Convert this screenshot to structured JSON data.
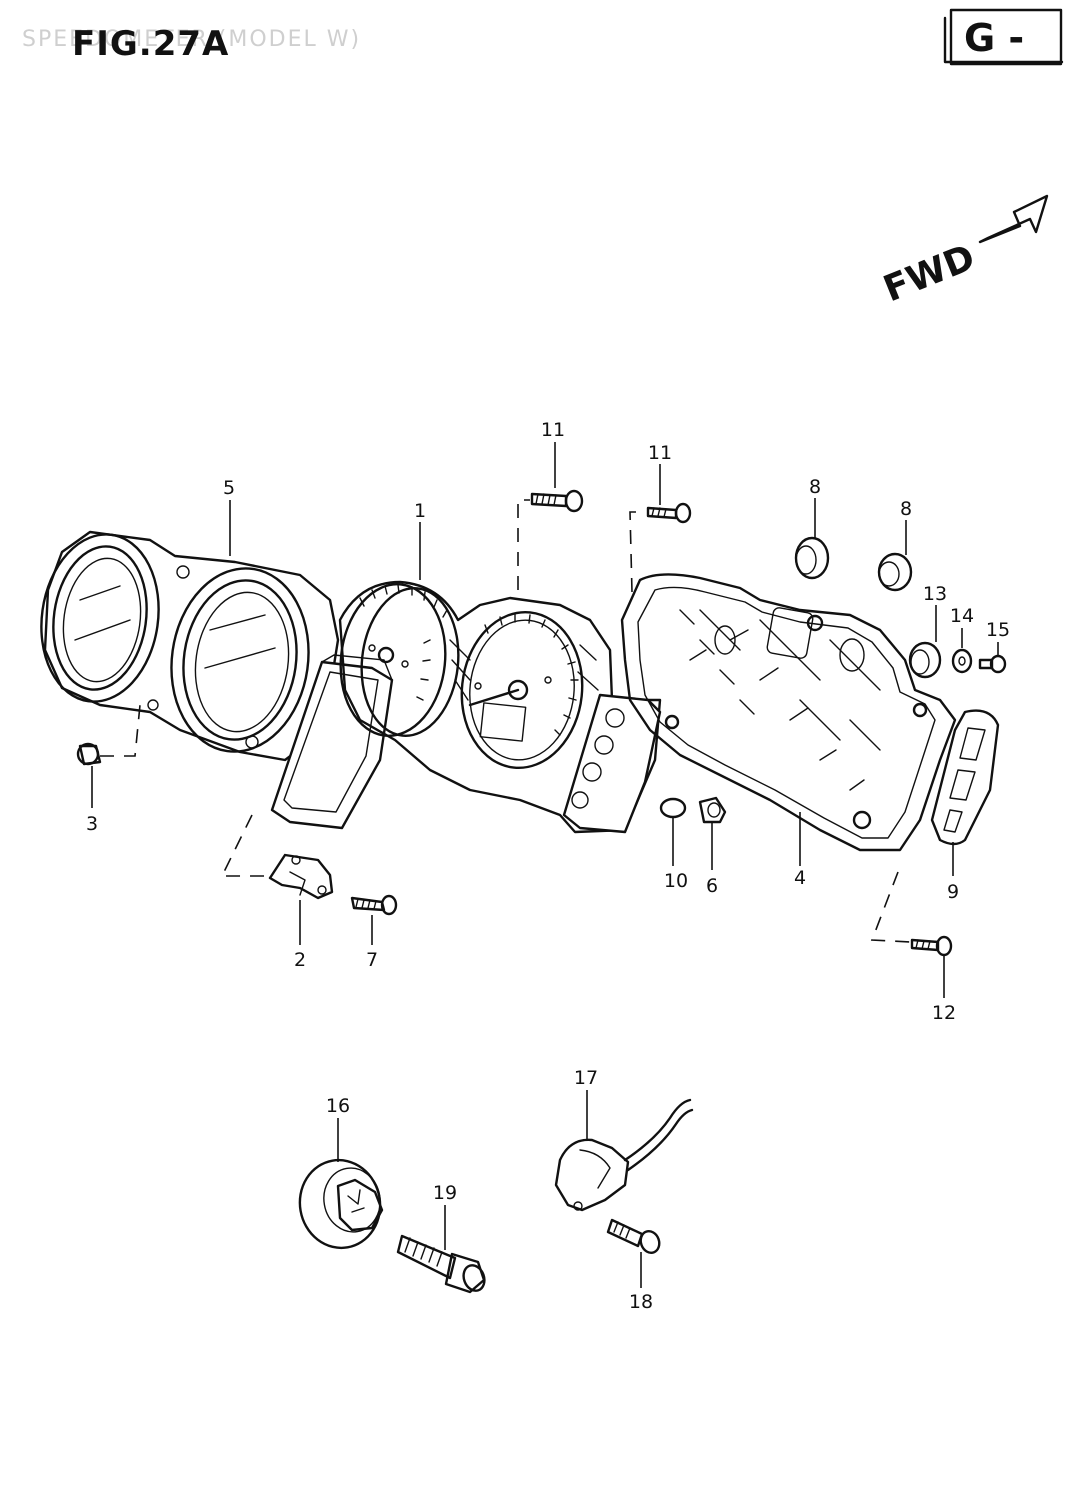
{
  "header": {
    "watermark": "SPEEDOMETER (MODEL W)",
    "figure": "FIG.27A",
    "section_badge": "G -"
  },
  "direction_label": "FWD",
  "callouts": [
    "11",
    "11",
    "5",
    "1",
    "8",
    "8",
    "13",
    "14",
    "15",
    "3",
    "2",
    "7",
    "10",
    "6",
    "4",
    "9",
    "12",
    "16",
    "17",
    "19",
    "18"
  ]
}
